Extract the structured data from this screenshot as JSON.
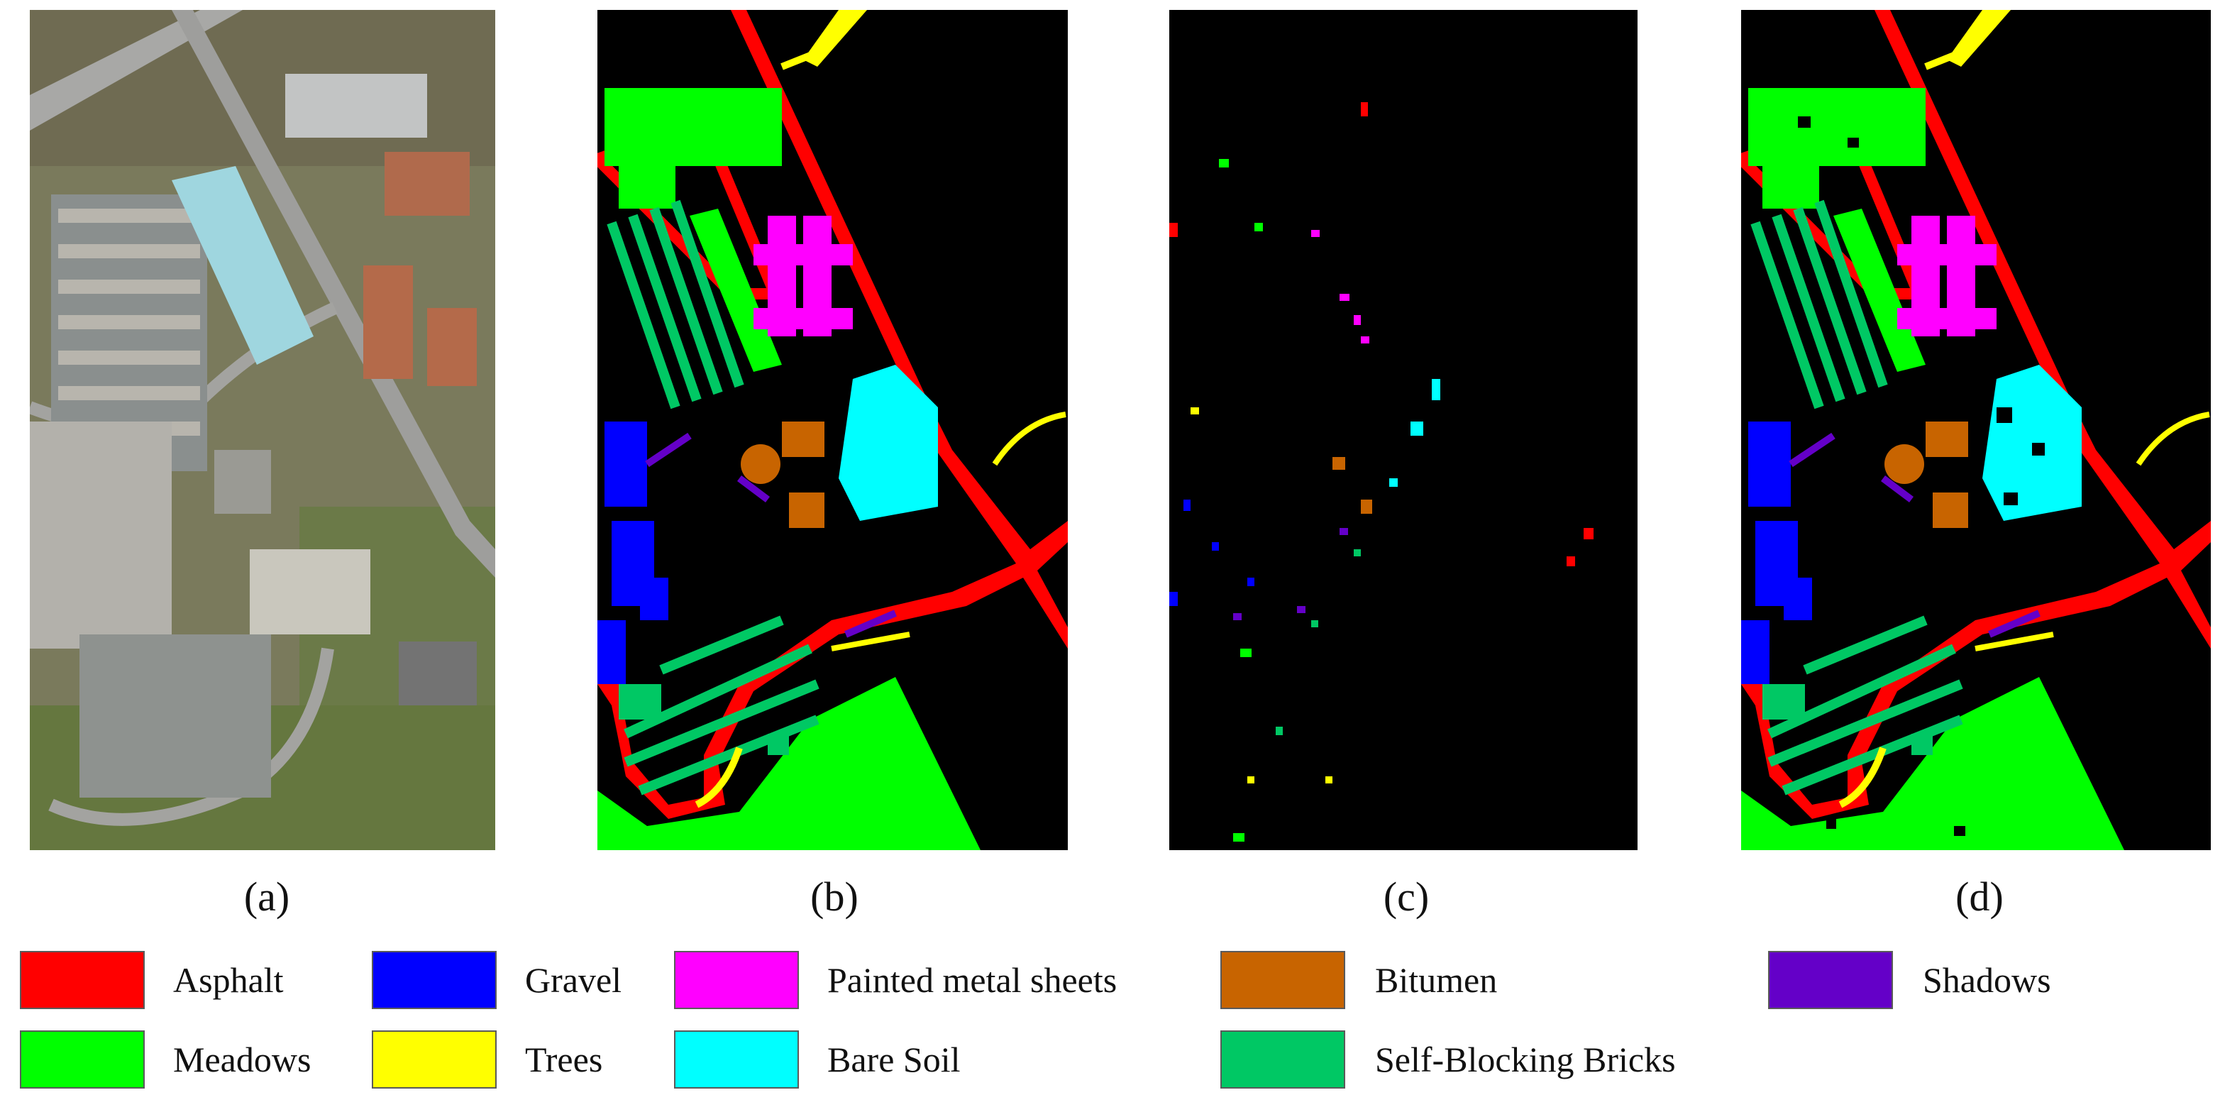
{
  "panels": [
    {
      "id": "a",
      "caption": "(a)",
      "content": "false-color aerial image"
    },
    {
      "id": "b",
      "caption": "(b)",
      "content": "ground-truth class map"
    },
    {
      "id": "c",
      "caption": "(c)",
      "content": "training sample map"
    },
    {
      "id": "d",
      "caption": "(d)",
      "content": "classification result map"
    }
  ],
  "legend": [
    {
      "label": "Asphalt",
      "color": "#ff0000"
    },
    {
      "label": "Gravel",
      "color": "#0000ff"
    },
    {
      "label": "Painted metal sheets",
      "color": "#ff00ff"
    },
    {
      "label": "Bitumen",
      "color": "#c86400"
    },
    {
      "label": "Shadows",
      "color": "#6400c8"
    },
    {
      "label": "Meadows",
      "color": "#00ff00"
    },
    {
      "label": "Trees",
      "color": "#ffff00"
    },
    {
      "label": "Bare Soil",
      "color": "#00ffff"
    },
    {
      "label": "Self-Blocking Bricks",
      "color": "#00c864"
    }
  ]
}
